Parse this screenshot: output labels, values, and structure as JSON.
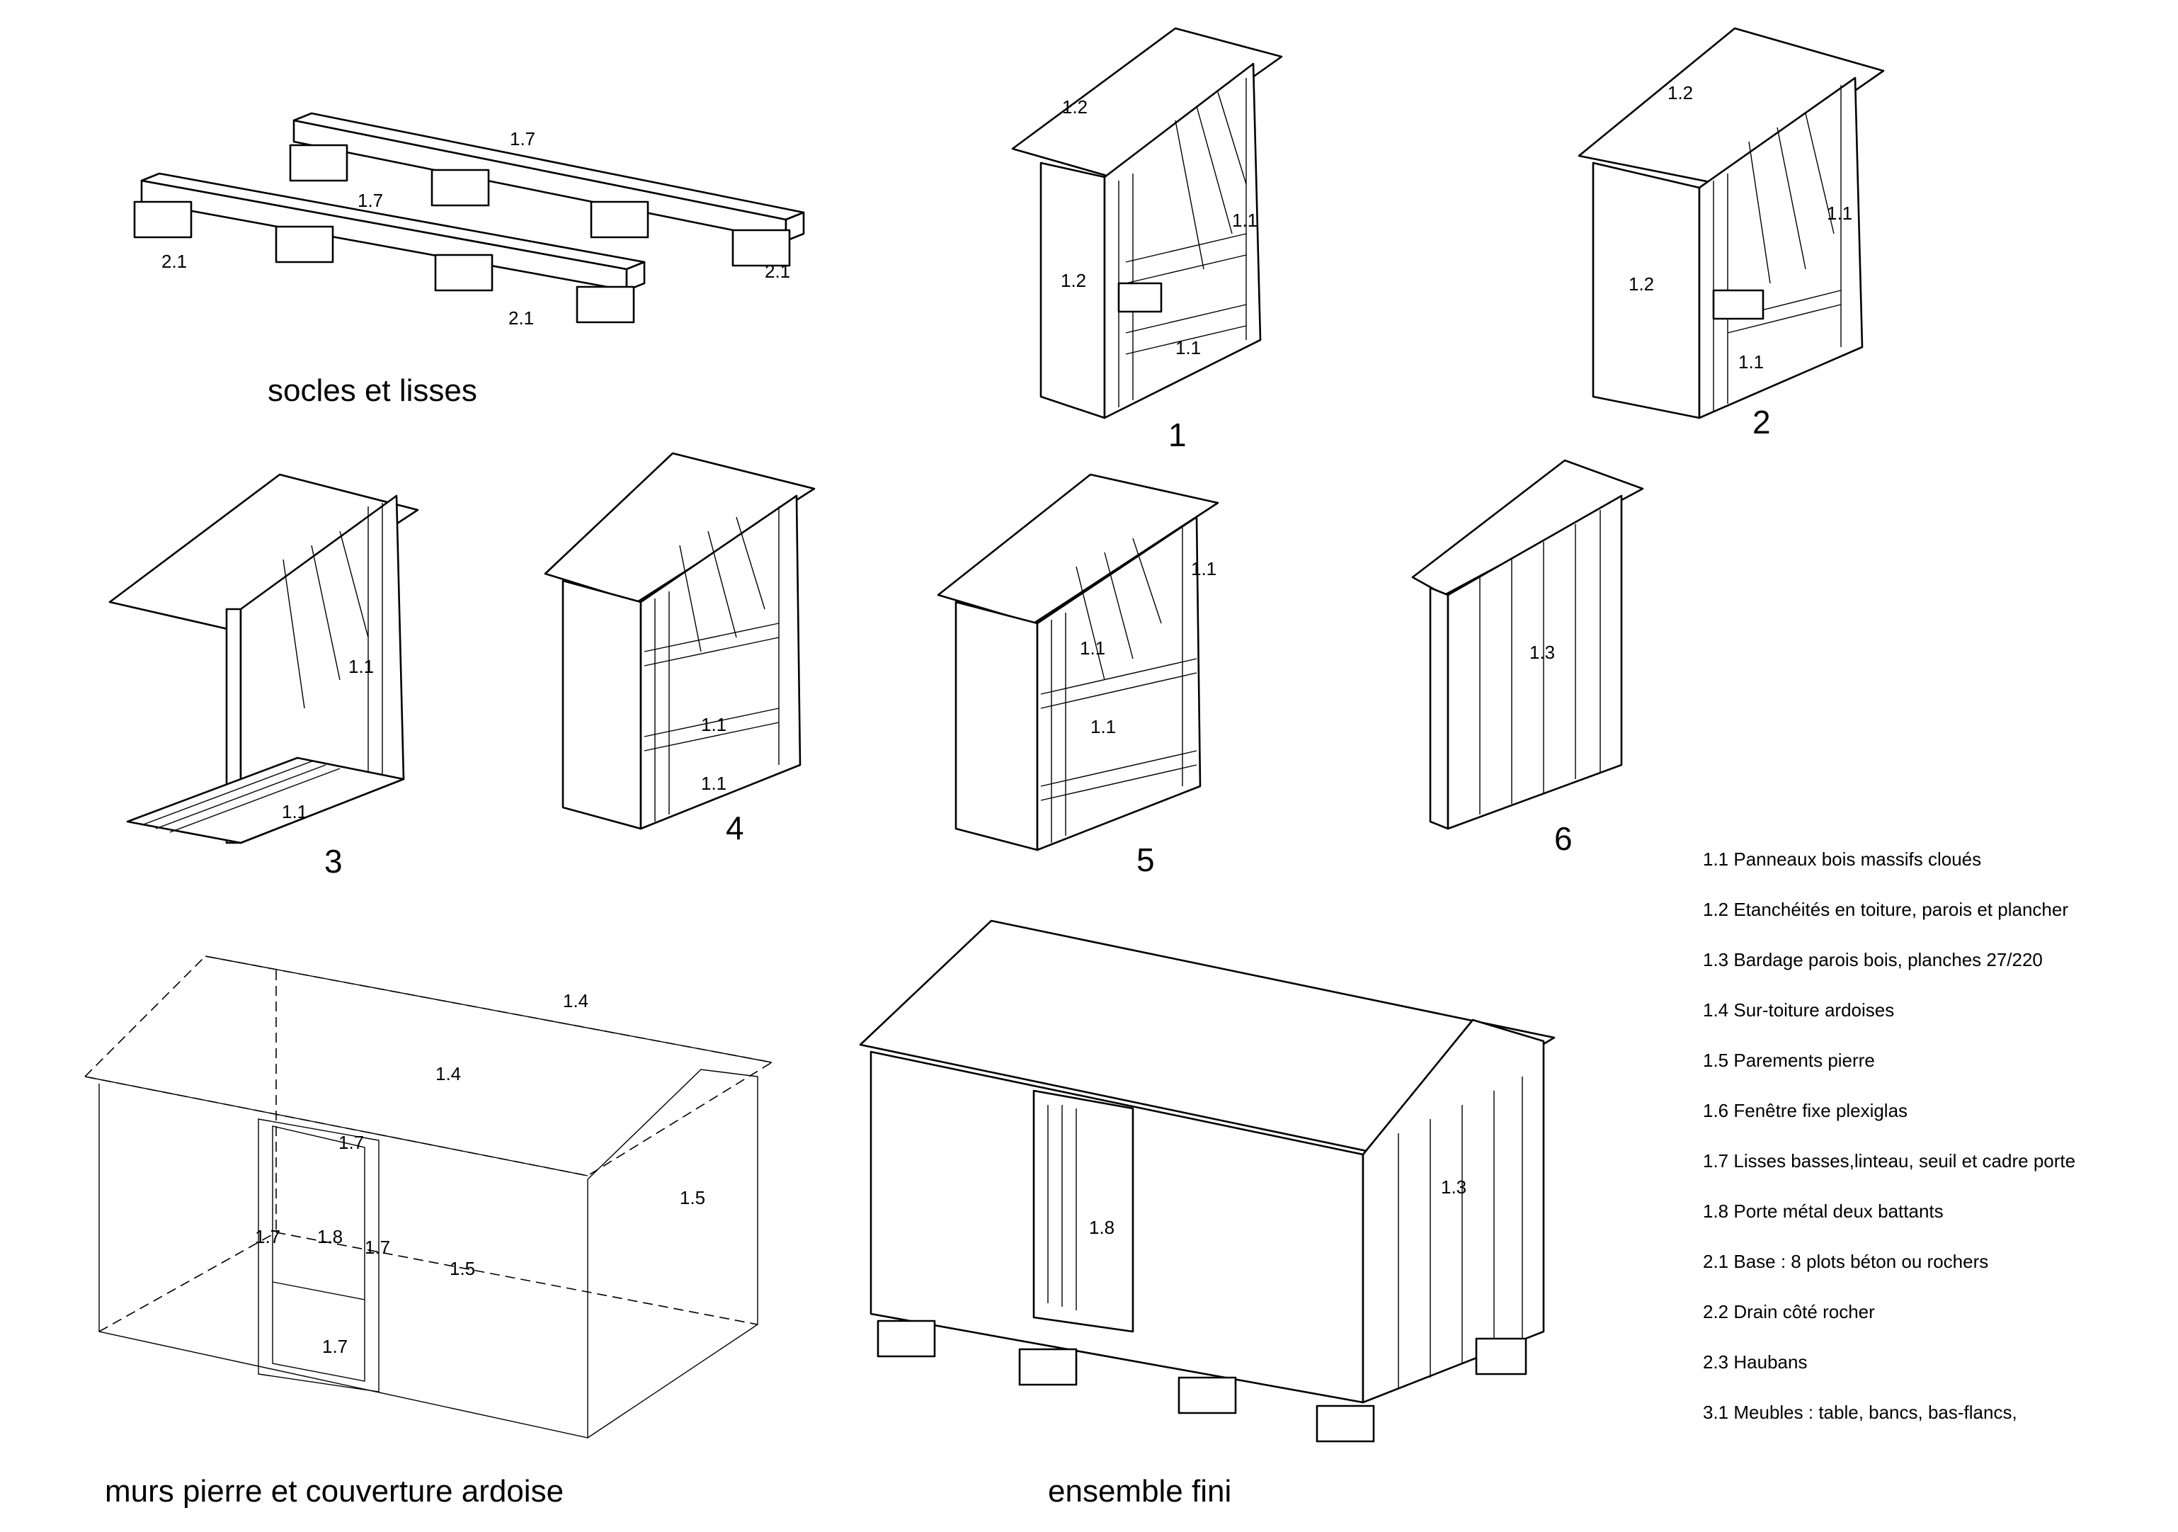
{
  "captions": {
    "socles": "socles et lisses",
    "murs": "murs pierre et couverture ardoise",
    "ensemble": "ensemble fini"
  },
  "views": {
    "n1": "1",
    "n2": "2",
    "n3": "3",
    "n4": "4",
    "n5": "5",
    "n6": "6"
  },
  "socles": {
    "labels": [
      "1.7",
      "1.7",
      "2.1",
      "2.1",
      "2.1"
    ]
  },
  "view1": {
    "labels": [
      "1.2",
      "1.1",
      "1.2",
      "1.1"
    ]
  },
  "view2": {
    "labels": [
      "1.2",
      "1.1",
      "1.2",
      "1.1"
    ]
  },
  "view3": {
    "labels": [
      "1.1",
      "1.1"
    ]
  },
  "view4": {
    "labels": [
      "1.1",
      "1.1"
    ]
  },
  "view5": {
    "labels": [
      "1.1",
      "1.1",
      "1.1"
    ]
  },
  "view6": {
    "labels": [
      "1.3"
    ]
  },
  "murs": {
    "labels": [
      "1.4",
      "1.4",
      "1.5",
      "1.5",
      "1.7",
      "1.7",
      "1.8",
      "1.7",
      "1.7"
    ]
  },
  "ensemble": {
    "labels": [
      "1.8",
      "1.3"
    ]
  },
  "legend": [
    "1.1  Panneaux  bois massifs cloués",
    "1.2  Etanchéités en toiture, parois et plancher",
    "1.3  Bardage parois bois, planches 27/220",
    "1.4  Sur-toiture ardoises",
    "1.5  Parements pierre",
    "1.6  Fenêtre fixe plexiglas",
    "1.7   Lisses basses,linteau, seuil et cadre porte",
    "1.8  Porte métal deux battants",
    "2.1  Base : 8 plots béton ou rochers",
    "2.2  Drain côté rocher",
    "2.3  Haubans",
    "3.1  Meubles : table, bancs, bas-flancs,"
  ]
}
